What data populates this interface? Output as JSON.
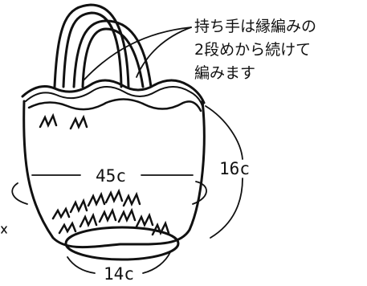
{
  "annotation": {
    "lines": [
      "持ち手は縁編みの",
      "2段めから続けて",
      "編みます"
    ]
  },
  "dimensions": {
    "circumference": "45c",
    "height": "16c",
    "base": "14c"
  },
  "colors": {
    "ink": "#111111",
    "background": "#ffffff"
  }
}
